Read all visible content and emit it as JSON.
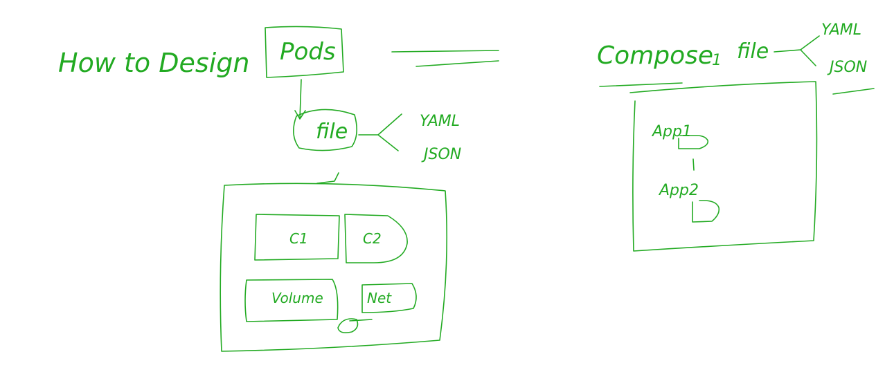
{
  "colors": {
    "ink": "#22aa22",
    "background": "#ffffff"
  },
  "left": {
    "title": "How to Design",
    "pods": "Pods",
    "file": "file",
    "yaml": "YAML",
    "json": "JSON",
    "pod_box": {
      "c1": "C1",
      "c2": "C2",
      "volume": "Volume",
      "net": "Net"
    }
  },
  "right": {
    "compose": "Compose",
    "one": "1",
    "file": "file",
    "yaml": "YAML",
    "json": "JSON",
    "app1": "App1",
    "app2": "App2"
  }
}
